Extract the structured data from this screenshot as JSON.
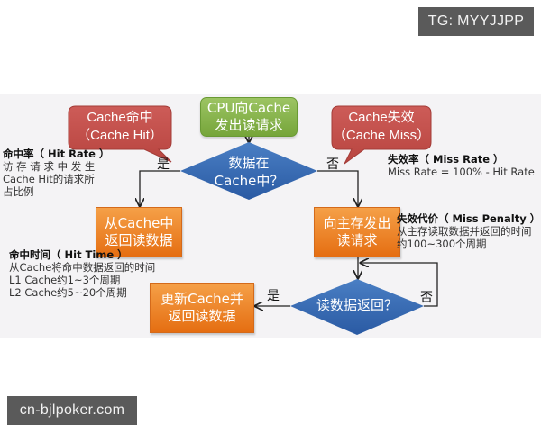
{
  "watermarks": {
    "top_right": "TG: MYYJJPP",
    "bottom_left": "cn-bjlpoker.com"
  },
  "colors": {
    "start_box": "#86b347",
    "callout": "#c0504d",
    "decision": "#2f64ad",
    "process": "#ec8125",
    "background": "#f4f3f5"
  },
  "flow": {
    "start": {
      "line1": "CPU向Cache",
      "line2": "发出读请求"
    },
    "callout_hit": {
      "line1": "Cache命中",
      "line2": "（Cache Hit）"
    },
    "callout_miss": {
      "line1": "Cache失效",
      "line2": "（Cache Miss）"
    },
    "decision_in_cache": {
      "line1": "数据在",
      "line2": "Cache中？"
    },
    "yes_label_1": "是",
    "no_label_1": "否",
    "return_from_cache": {
      "line1": "从Cache中",
      "line2": "返回读数据"
    },
    "request_memory": {
      "line1": "向主存发出",
      "line2": "读请求"
    },
    "decision_returned": {
      "line1": "读数据返回？"
    },
    "yes_label_2": "是",
    "no_label_2": "否",
    "update_cache": {
      "line1": "更新Cache并",
      "line2": "返回读数据"
    }
  },
  "notes": {
    "hit_rate": {
      "title": "命中率（ Hit Rate ）",
      "lines": [
        "访 存 请 求 中 发 生",
        "Cache  Hit的请求所",
        "占比例"
      ]
    },
    "miss_rate": {
      "title": "失效率（ Miss Rate ）",
      "lines": [
        "Miss Rate = 100% - Hit Rate"
      ]
    },
    "miss_penalty": {
      "title": "失效代价（ Miss Penalty ）",
      "lines": [
        "从主存读取数据并返回的时间",
        "约100~300个周期"
      ]
    },
    "hit_time": {
      "title": "命中时间（ Hit Time ）",
      "lines": [
        "从Cache将命中数据返回的时间",
        "L1 Cache约1~3个周期",
        "L2 Cache约5~20个周期"
      ]
    }
  }
}
